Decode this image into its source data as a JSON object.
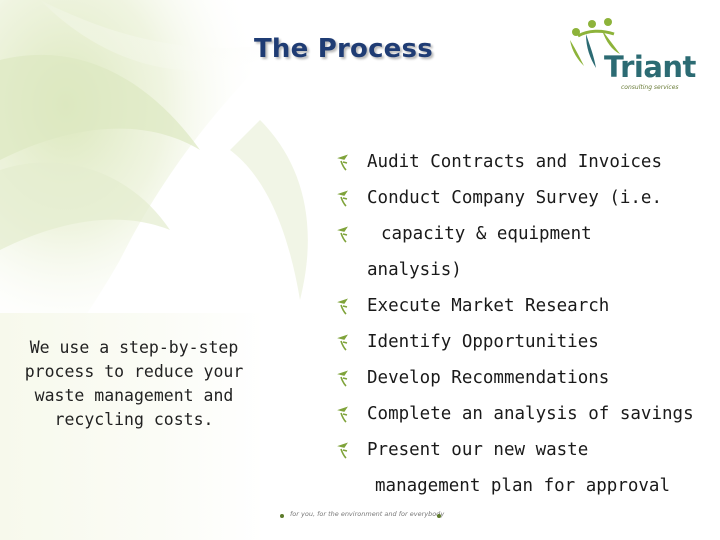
{
  "slide": {
    "title": "The Process"
  },
  "logo": {
    "name": "Triant",
    "tagline": "consulting services"
  },
  "bullets": [
    "Audit Contracts and Invoices",
    "Conduct Company Survey (i.e.",
    "capacity & equipment",
    "analysis)",
    "Execute Market Research",
    "Identify Opportunities",
    "Develop Recommendations",
    "Complete an analysis of savings",
    "Present our new waste",
    "management plan for approval"
  ],
  "side_note": "We use a step-by-step process to reduce your waste management and recycling costs.",
  "footer": {
    "text": "for you, for the environment and for everybody"
  },
  "colors": {
    "title": "#1f3c74",
    "logo_green": "#8db33a",
    "logo_teal": "#2c6b73",
    "bullet_green": "#7fa33a"
  }
}
